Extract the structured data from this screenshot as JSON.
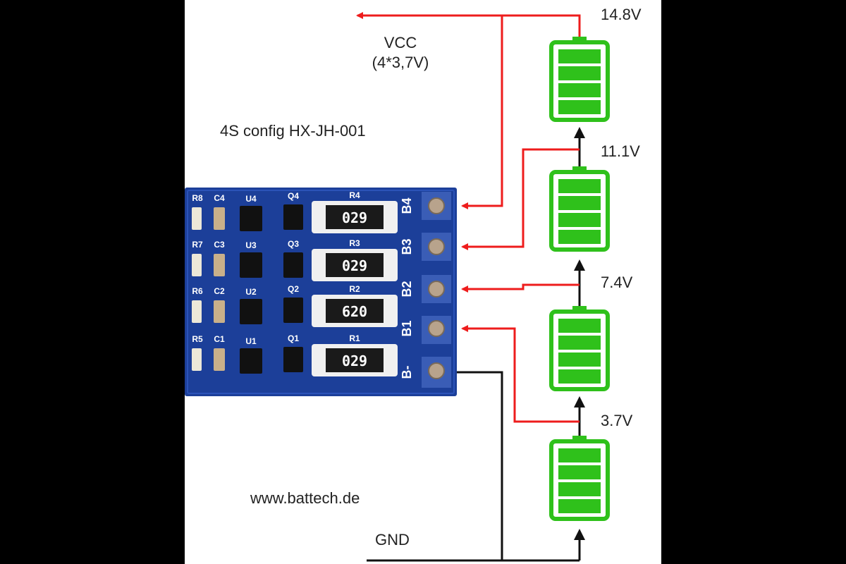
{
  "labels": {
    "vcc_title": "VCC",
    "vcc_sub": "(4*3,7V)",
    "config": "4S config HX-JH-001",
    "website": "www.battech.de",
    "gnd": "GND"
  },
  "voltages": [
    "14.8V",
    "11.1V",
    "7.4V",
    "3.7V"
  ],
  "board": {
    "pins": [
      "B4",
      "B3",
      "B2",
      "B1",
      "B-"
    ],
    "resistors": [
      {
        "name": "R4",
        "code": "029"
      },
      {
        "name": "R3",
        "code": "029"
      },
      {
        "name": "R2",
        "code": "620"
      },
      {
        "name": "R1",
        "code": "029"
      }
    ],
    "transistors": [
      "Q4",
      "Q3",
      "Q2",
      "Q1"
    ],
    "ics": [
      "U4",
      "U3",
      "U2",
      "U1"
    ],
    "r_small": [
      "R8",
      "R7",
      "R6",
      "R5"
    ],
    "caps": [
      "C4",
      "C3",
      "C2",
      "C1"
    ]
  },
  "colors": {
    "wire_positive": "#ee1c1c",
    "wire_ground": "#111111",
    "battery": "#2fc11b",
    "pcb": "#1c3f99",
    "background": "#ffffff"
  }
}
